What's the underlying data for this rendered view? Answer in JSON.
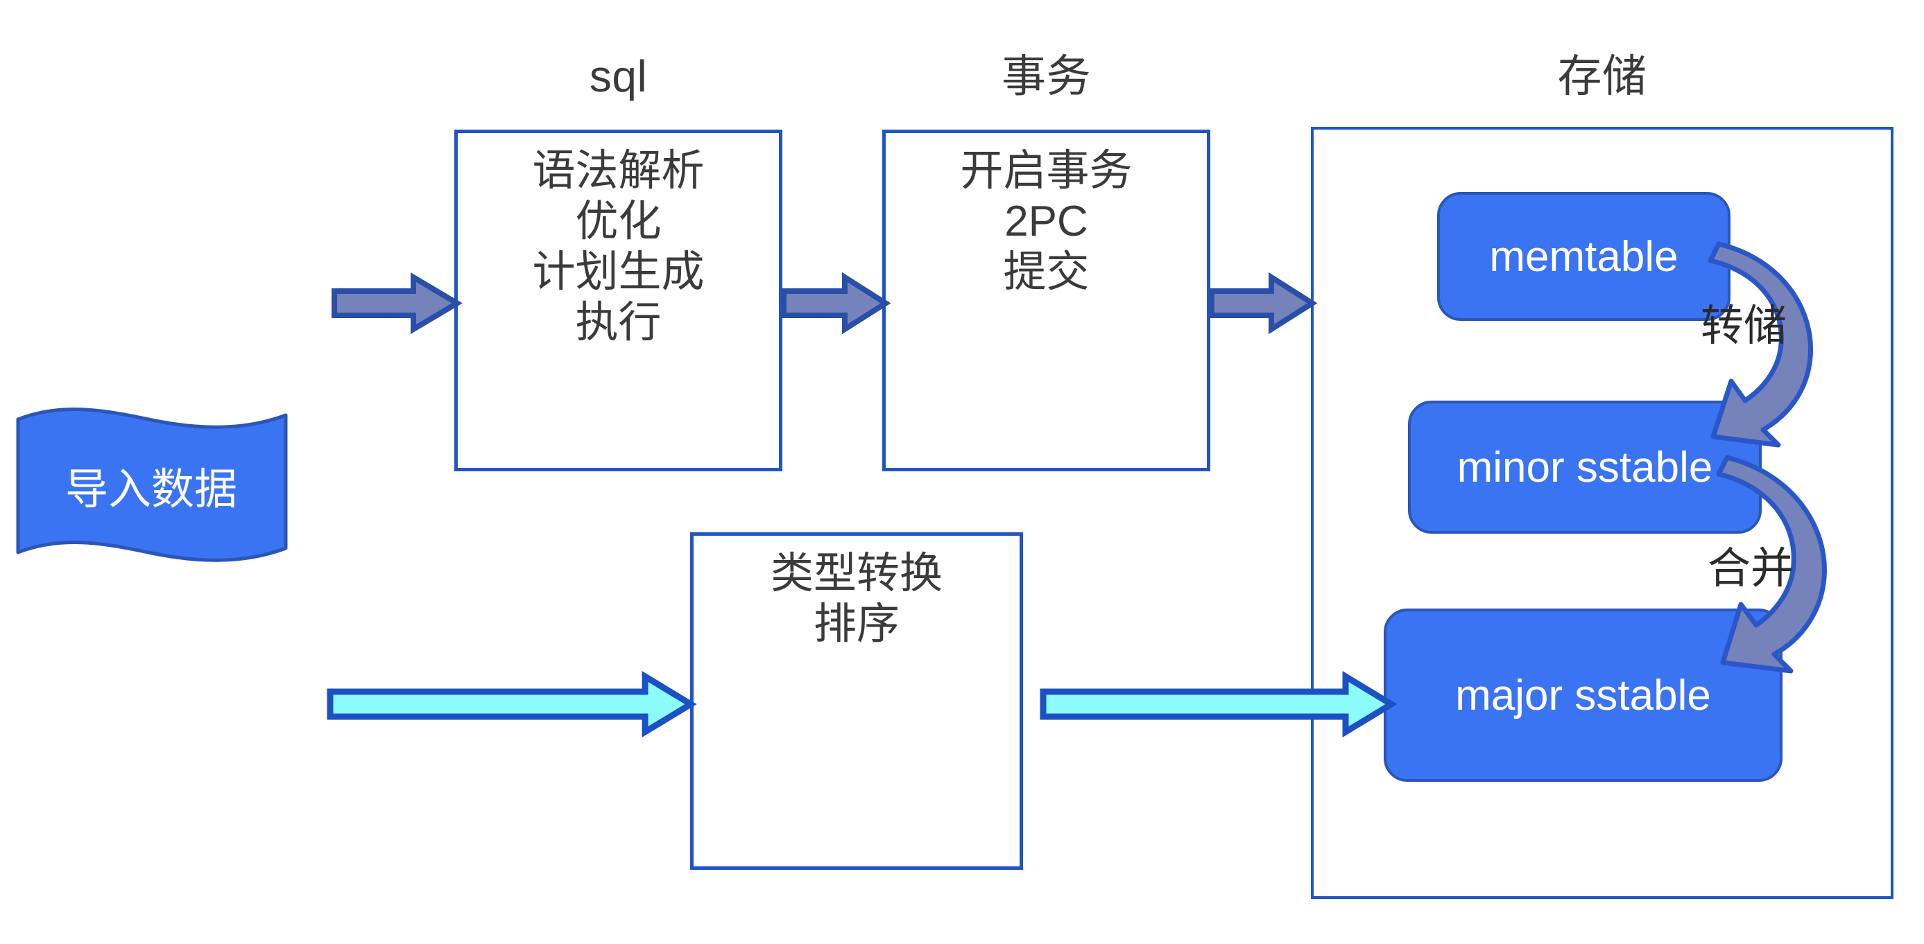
{
  "diagram": {
    "title_source": "OceanBase data import pipeline",
    "background": "#ffffff",
    "colors": {
      "box_border_blue": "#2155C6",
      "node_fill_blue": "#3B74F2",
      "node_border_blue": "#2A56B8",
      "purple_arrow_fill": "#7682BA",
      "purple_arrow_border": "#2A4FA8",
      "cyan_arrow_fill": "#8CFBFB",
      "cyan_arrow_border": "#1C51C4",
      "text_dark": "#3b3b3b",
      "text_white": "#ffffff"
    }
  },
  "captions": {
    "sql": "sql",
    "transaction": "事务",
    "storage": "存储"
  },
  "start_node": {
    "label": "导入数据"
  },
  "sql_box": {
    "lines": [
      "语法解析",
      "优化",
      "计划生成",
      "执行"
    ]
  },
  "transaction_box": {
    "lines": [
      "开启事务",
      "2PC",
      "提交"
    ]
  },
  "convert_box": {
    "lines": [
      "类型转换",
      "排序"
    ]
  },
  "storage_nodes": {
    "memtable": "memtable",
    "minor_sstable": "minor sstable",
    "major_sstable": "major sstable"
  },
  "curved_arrows": {
    "dump": "转储",
    "merge": "合并"
  },
  "arrows": {
    "start_to_sql": "arrow-right-purple",
    "sql_to_transaction": "arrow-right-purple",
    "transaction_to_storage": "arrow-right-purple",
    "start_to_convert": "arrow-right-cyan",
    "convert_to_major": "arrow-right-cyan",
    "memtable_to_minor": "curved-arrow-down",
    "minor_to_major": "curved-arrow-down"
  }
}
